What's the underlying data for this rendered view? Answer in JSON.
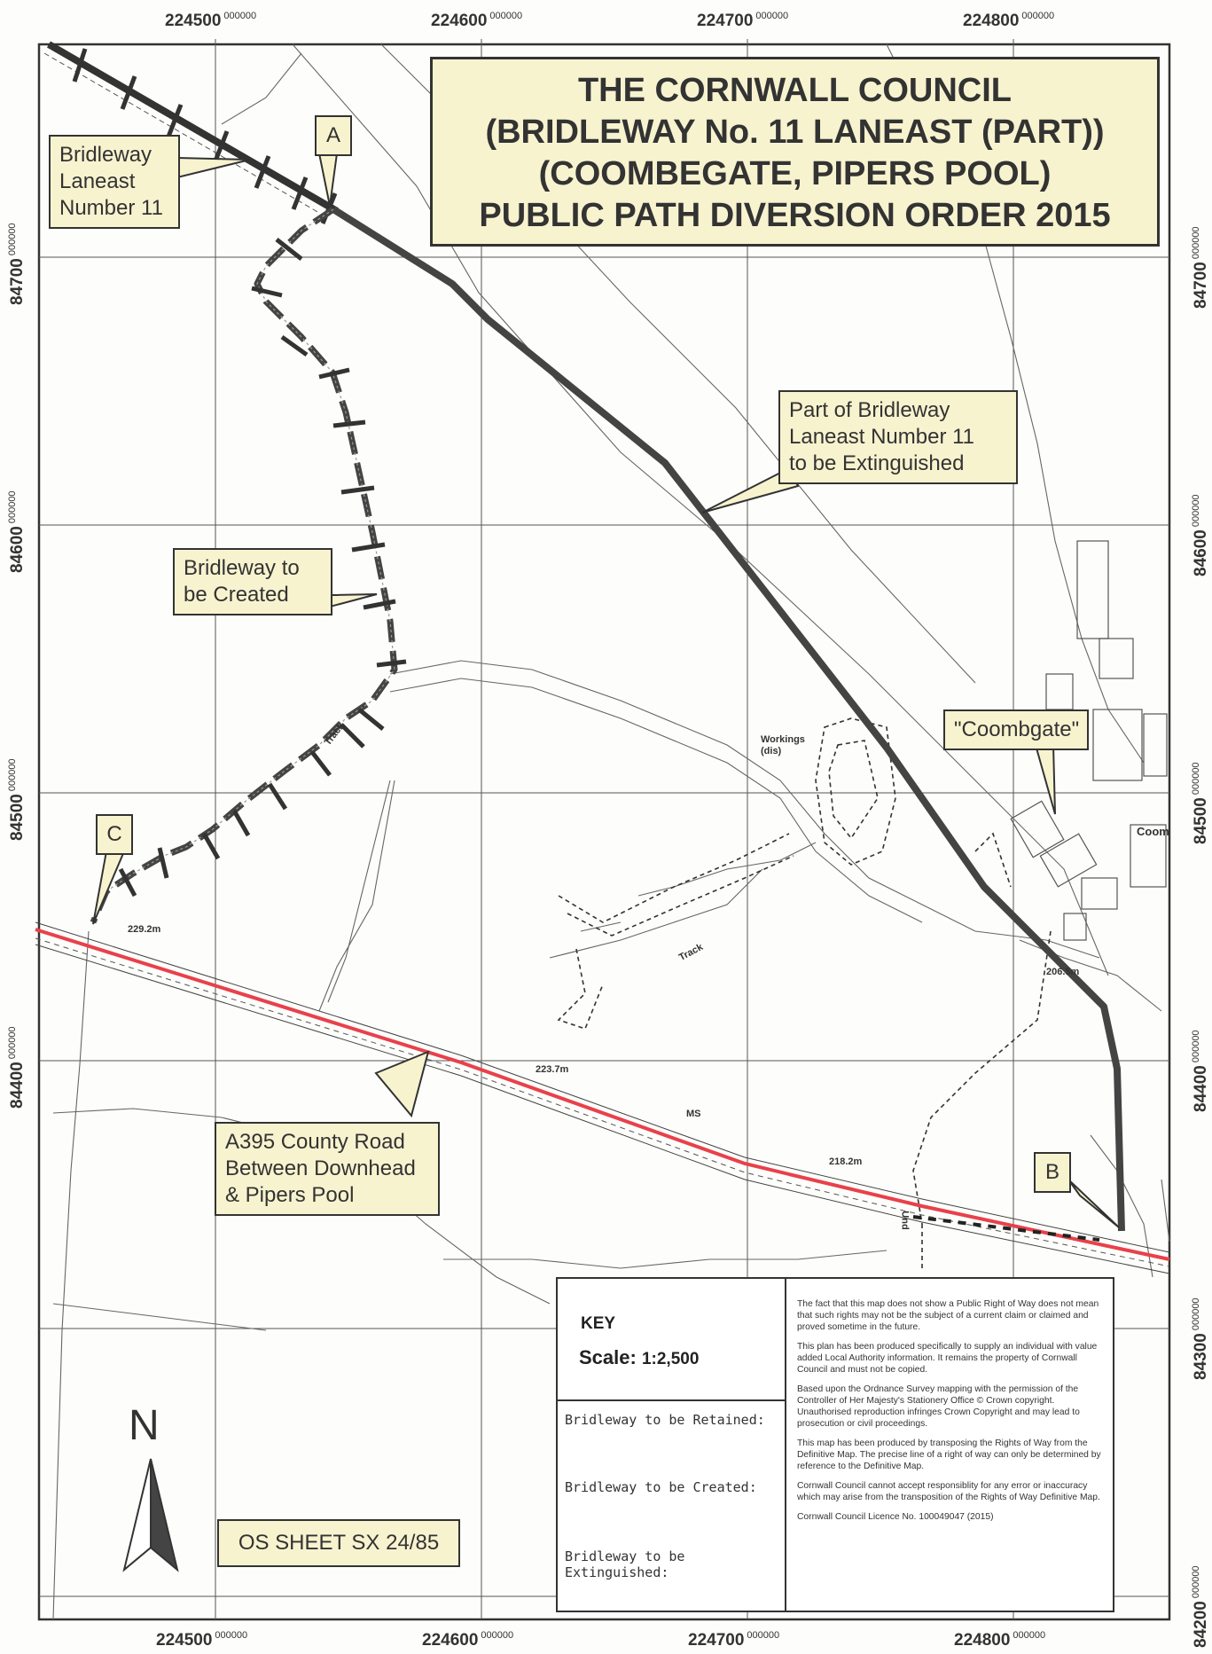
{
  "title": {
    "lines": [
      "THE CORNWALL COUNCIL",
      "(BRIDLEWAY No. 11 LANEAST (PART))",
      "(COOMBEGATE, PIPERS POOL)",
      "PUBLIC PATH DIVERSION ORDER 2015"
    ]
  },
  "grid": {
    "eastings": [
      "224500",
      "224600",
      "224700",
      "224800"
    ],
    "northings": [
      "84700",
      "84600",
      "84500",
      "84400",
      "84300",
      "84200"
    ],
    "decimals": "000000"
  },
  "callouts": {
    "bridleway_11": "Bridleway\nLaneast\nNumber 11",
    "extinguished": "Part of Bridleway\nLaneast Number 11\nto be Extinguished",
    "created": "Bridleway to\nbe Created",
    "coombgate": "\"Coombgate\"",
    "road": "A395 County Road\nBetween Downhead\n& Pipers Pool"
  },
  "points": {
    "a": "A",
    "b": "B",
    "c": "C"
  },
  "map_labels": {
    "h1": "229.2m",
    "h2": "223.7m",
    "h3": "218.2m",
    "h4": "206.5m",
    "ms": "MS",
    "track1": "Track",
    "track2": "Track",
    "workings": "Workings\n(dis)",
    "coom": "Coom",
    "und": "Und"
  },
  "key": {
    "heading": "KEY",
    "scale_label": "Scale:",
    "scale_value": "1:2,500",
    "retained": "Bridleway to be Retained:",
    "created": "Bridleway to be Created:",
    "extinguished": "Bridleway to be Extinguished:",
    "notes": [
      "The fact that this map does not show a Public Right of Way does not mean that such rights may not be the subject of a current claim or claimed and proved sometime in the future.",
      "This plan has been produced specifically to supply an individual with value added Local Authority information.  It remains the property of Cornwall Council and must not be copied.",
      "Based upon the Ordnance Survey mapping with the permission of the Controller of Her Majesty's Stationery Office © Crown copyright.  Unauthorised reproduction infringes Crown Copyright and may lead to prosecution or civil proceedings.",
      "This map has been produced by transposing the Rights of Way from the Definitive Map.  The precise line of a right of way can only be determined by reference to the Definitive Map.",
      "Cornwall Council cannot accept responsiblity for any error or inaccuracy which may arise from the transposition of the Rights of Way Definitive Map.",
      "Cornwall Council Licence No. 100049047 (2015)"
    ]
  },
  "north": "N",
  "os_sheet": "OS SHEET SX 24/85",
  "colors": {
    "road": "#e8414a",
    "route": "#444444",
    "callout_bg": "#f8f3cf"
  }
}
